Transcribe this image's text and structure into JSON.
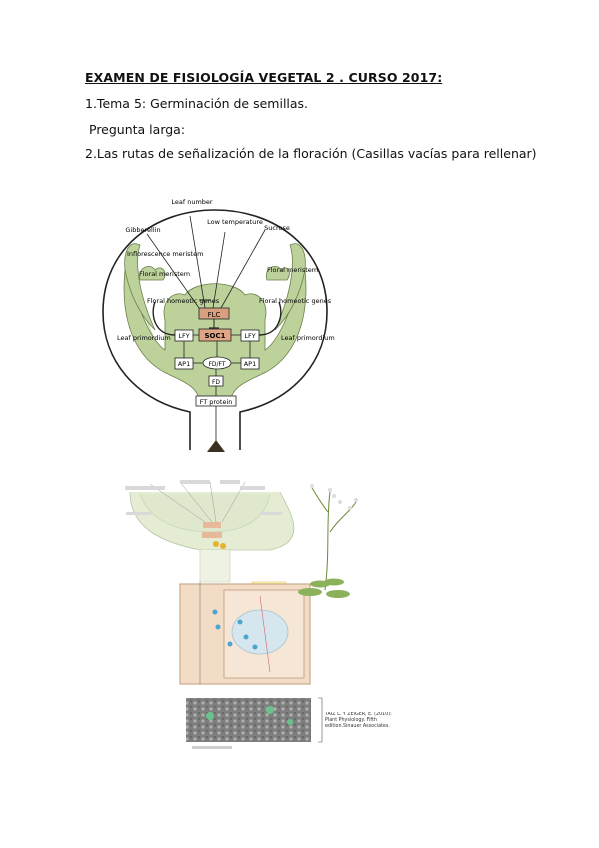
{
  "document": {
    "title": "EXAMEN DE FISIOLOGÍA VEGETAL 2 . CURSO 2017:",
    "line1": "1.Tema 5: Germinación de semillas.",
    "line2": "Pregunta larga:",
    "line3": "2.Las rutas de señalización de la floración (Casillas vacías para rellenar)"
  },
  "figure1": {
    "labels": {
      "leaf_number": "Leaf number",
      "gibberellin": "Gibberellin",
      "low_temperature": "Low temperature",
      "sucrose": "Sucrose",
      "inflorescence_meristem": "Inflorescence meristem",
      "floral_meristem_left": "Floral meristem",
      "floral_meristem_right": "Floral meristem",
      "floral_homeotic_left": "Floral homeotic genes",
      "floral_homeotic_right": "Floral homeotic genes",
      "leaf_primordium_left": "Leaf primordium",
      "leaf_primordium_right": "Leaf primordium",
      "flc": "FLC",
      "soc1": "SOC1",
      "lfy_left": "LFY",
      "lfy_right": "LFY",
      "ap1_left": "AP1",
      "ap1_right": "AP1",
      "fd_ft": "FD/FT",
      "fd": "FD",
      "ft_protein": "FT protein"
    },
    "colors": {
      "tissue": "#bcd29a",
      "outline": "#222222",
      "soc1_box": "#e0a585",
      "flc_box": "#d8a080"
    }
  },
  "figure2": {
    "citation": "TAIZ L. Y ZEIGER, E. (2010): Plant Physiology. Fifth edition.Sinauer Associates."
  }
}
